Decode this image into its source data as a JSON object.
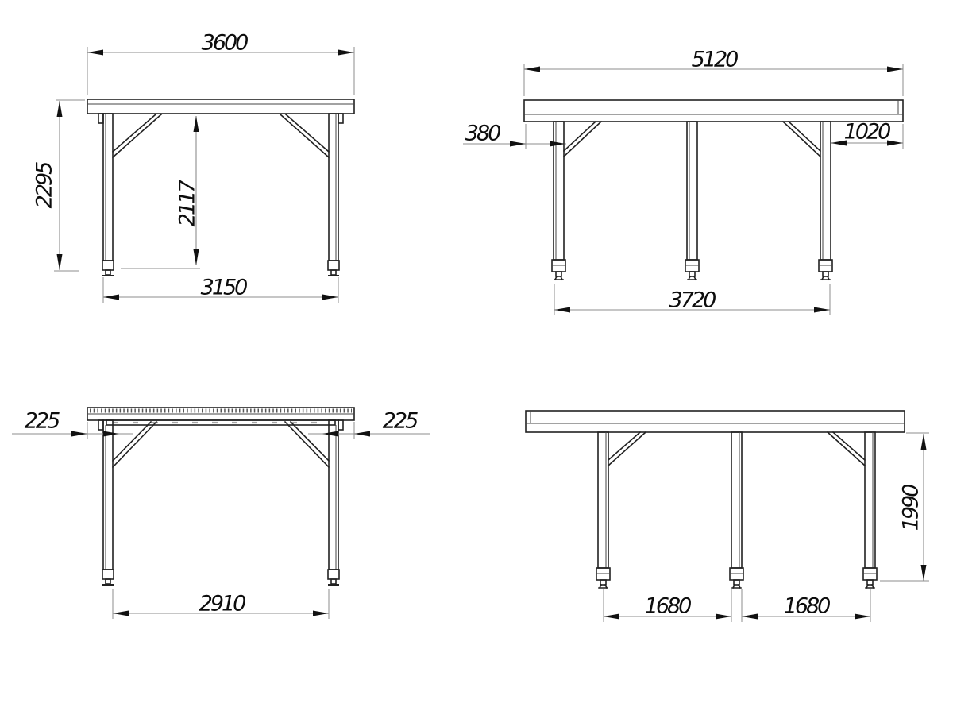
{
  "palette": {
    "background": "#ffffff",
    "geometry_line": "#222222",
    "dimension_line": "#8d8d8d",
    "dimension_text": "#0d0d0d"
  },
  "views": {
    "front": {
      "dims": {
        "width": "3600",
        "overall_height": "2295",
        "clear_height": "2117",
        "post_span": "3150"
      }
    },
    "side": {
      "dims": {
        "length": "5120",
        "left_overhang": "380",
        "right_overhang": "1020",
        "post_span": "3720"
      }
    },
    "rear": {
      "dims": {
        "left_overhang": "225",
        "right_overhang": "225",
        "post_span": "2910"
      }
    },
    "side_mirrored": {
      "dims": {
        "clear_height": "1990",
        "bays": [
          "1680",
          "1680"
        ]
      }
    }
  }
}
